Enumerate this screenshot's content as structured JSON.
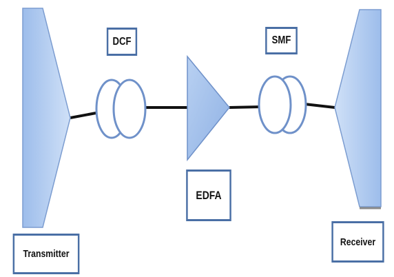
{
  "labels": {
    "dcf": "DCF",
    "smf": "SMF",
    "edfa": "EDFA",
    "transmitter": "Transmitter",
    "receiver": "Receiver"
  },
  "colors": {
    "component_fill": "#aec9ef",
    "component_fill_light": "#cfe0f7",
    "component_stroke": "#6f91c9",
    "fiber": "#111111",
    "label_border": "#4a6fa5"
  }
}
